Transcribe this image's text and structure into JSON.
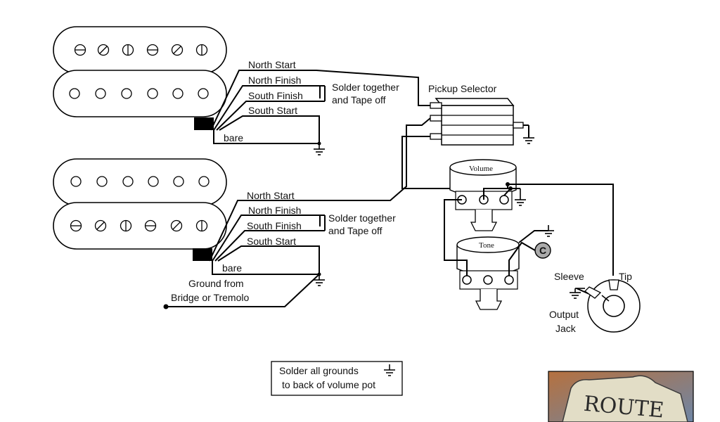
{
  "pickup_top": {
    "wires": {
      "north_start": "North Start",
      "north_finish": "North Finish",
      "south_finish": "South Finish",
      "south_start": "South Start",
      "bare": "bare"
    },
    "note": {
      "line1": "Solder together",
      "line2": "and Tape off"
    }
  },
  "pickup_bottom": {
    "wires": {
      "north_start": "North Start",
      "north_finish": "North Finish",
      "south_finish": "South Finish",
      "south_start": "South Start",
      "bare": "bare"
    },
    "note": {
      "line1": "Solder together",
      "line2": "and Tape off"
    }
  },
  "ground_note": {
    "line1": "Ground from",
    "line2": "Bridge or Tremolo"
  },
  "selector": {
    "label": "Pickup Selector"
  },
  "volume_pot": {
    "label": "Volume"
  },
  "tone_pot": {
    "label": "Tone"
  },
  "capacitor": {
    "label": "C"
  },
  "jack": {
    "sleeve": "Sleeve",
    "tip": "Tip",
    "line1": "Output",
    "line2": "Jack"
  },
  "footer_note": {
    "line1": "Solder all grounds",
    "line2": "to back of volume pot"
  },
  "logo": {
    "text": "ROUTE"
  }
}
